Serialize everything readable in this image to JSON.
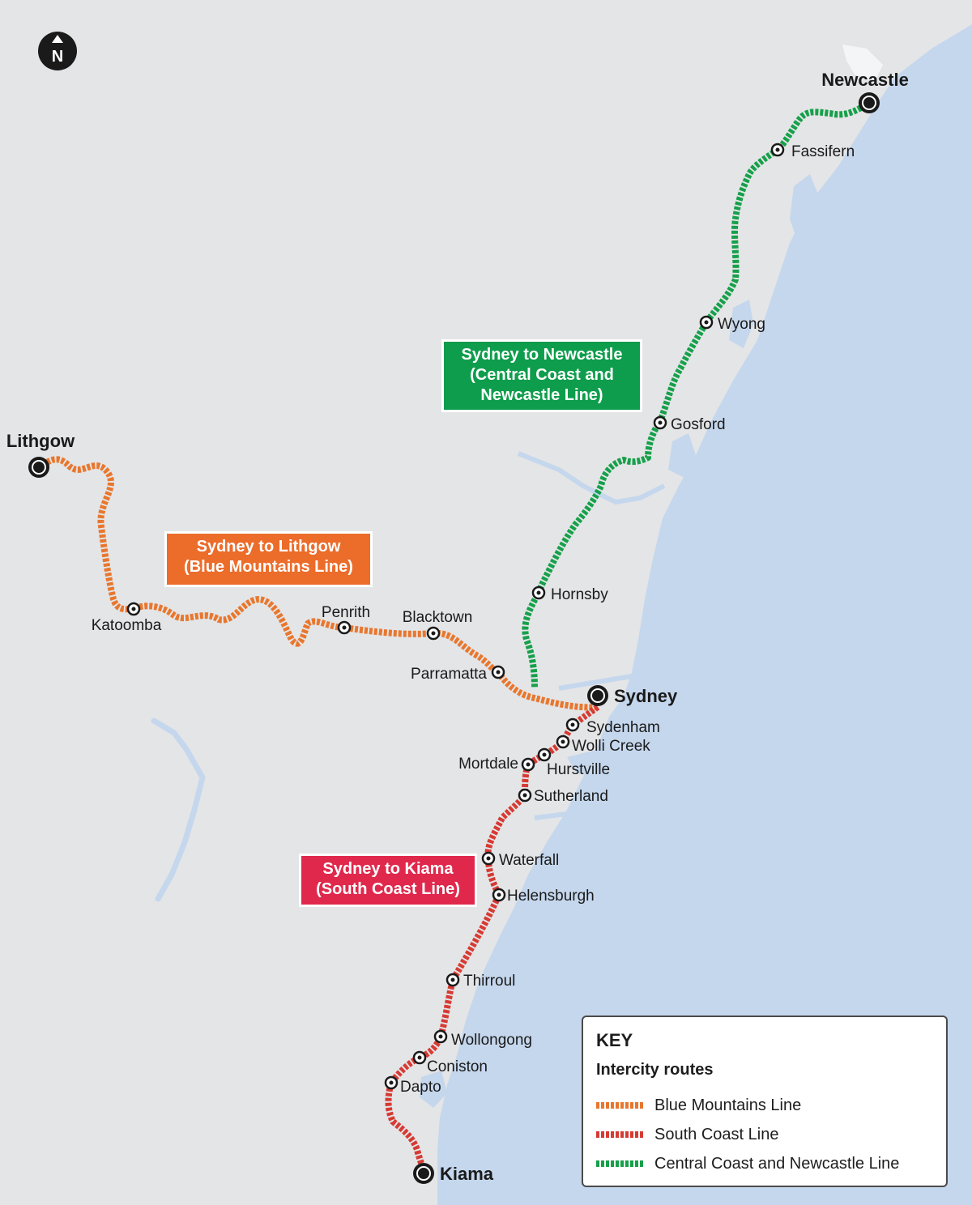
{
  "colors": {
    "land": "#e4e5e7",
    "sea": "#c5d7ed",
    "water": "#c5d7ed",
    "blue_mountains": "#e8772e",
    "south_coast": "#d63b33",
    "central_coast": "#16a04a",
    "blue_mountains_label_bg": "#ec6c2a",
    "south_coast_label_bg": "#e0284c",
    "central_coast_label_bg": "#0e9d4c",
    "station_ring": "#1a1a1a"
  },
  "compass": {
    "letter": "N",
    "icon": "north-arrow-icon"
  },
  "route_labels": {
    "blue_mountains": [
      "Sydney to Lithgow",
      "(Blue Mountains Line)"
    ],
    "south_coast": [
      "Sydney to Kiama",
      "(South Coast Line)"
    ],
    "central_coast": [
      "Sydney to Newcastle",
      "(Central Coast and",
      "Newcastle Line)"
    ]
  },
  "major_stations": [
    "Newcastle",
    "Lithgow",
    "Sydney",
    "Kiama"
  ],
  "stations": [
    "Fassifern",
    "Wyong",
    "Gosford",
    "Hornsby",
    "Katoomba",
    "Penrith",
    "Blacktown",
    "Parramatta",
    "Sydenham",
    "Wolli Creek",
    "Mortdale",
    "Hurstville",
    "Sutherland",
    "Waterfall",
    "Helensburgh",
    "Thirroul",
    "Wollongong",
    "Coniston",
    "Dapto"
  ],
  "key": {
    "title": "KEY",
    "subtitle": "Intercity routes",
    "items": [
      {
        "label": "Blue Mountains Line",
        "line": "blue_mountains"
      },
      {
        "label": "South Coast Line",
        "line": "south_coast"
      },
      {
        "label": "Central Coast and Newcastle Line",
        "line": "central_coast"
      }
    ]
  }
}
